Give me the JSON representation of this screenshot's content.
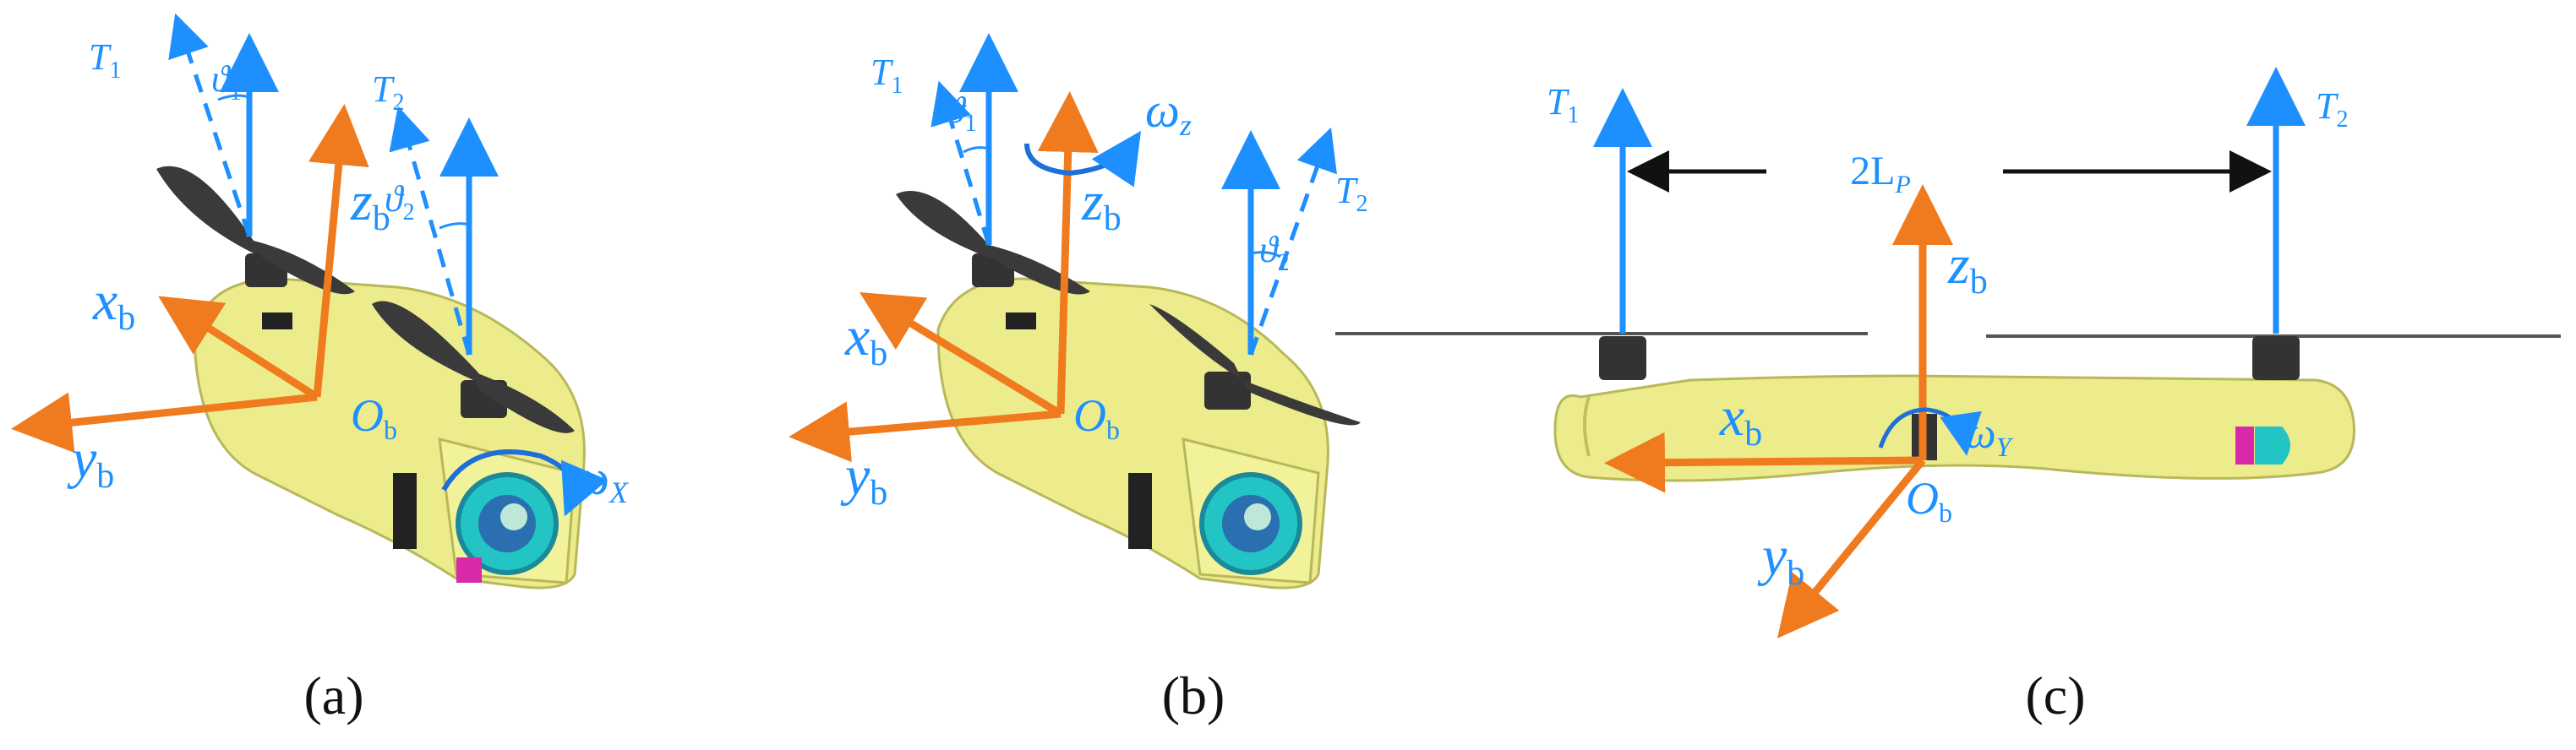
{
  "colors": {
    "thrust": "#1e8fff",
    "body_axis": "#f07a1e",
    "airframe": "#ecec8c",
    "airframe_edge": "#b8b85a",
    "label": "#1e90ff",
    "dimension": "#111111",
    "propeller": "#3a3a3a"
  },
  "panels": [
    {
      "caption": "(a)",
      "labels": {
        "T1": "T",
        "T1_sub": "1",
        "T2": "T",
        "T2_sub": "2",
        "theta1": "ϑ",
        "theta1_sub": "1",
        "theta2": "ϑ",
        "theta2_sub": "2",
        "x": "x",
        "x_sub": "b",
        "y": "y",
        "y_sub": "b",
        "z": "z",
        "z_sub": "b",
        "O": "O",
        "O_sub": "b",
        "omega": "ω",
        "omega_sub": "X"
      }
    },
    {
      "caption": "(b)",
      "labels": {
        "T1": "T",
        "T1_sub": "1",
        "T2": "T",
        "T2_sub": "2",
        "theta1": "ϑ",
        "theta1_sub": "1",
        "theta2": "ϑ",
        "theta2_sub": "2",
        "x": "x",
        "x_sub": "b",
        "y": "y",
        "y_sub": "b",
        "z": "z",
        "z_sub": "b",
        "O": "O",
        "O_sub": "b",
        "omega": "ω",
        "omega_sub": "z"
      }
    },
    {
      "caption": "(c)",
      "labels": {
        "T1": "T",
        "T1_sub": "1",
        "T2": "T",
        "T2_sub": "2",
        "span": "2L",
        "span_sub": "P",
        "x": "x",
        "x_sub": "b",
        "y": "y",
        "y_sub": "b",
        "z": "z",
        "z_sub": "b",
        "O": "O",
        "O_sub": "b",
        "omega": "ω",
        "omega_sub": "Y"
      }
    }
  ]
}
